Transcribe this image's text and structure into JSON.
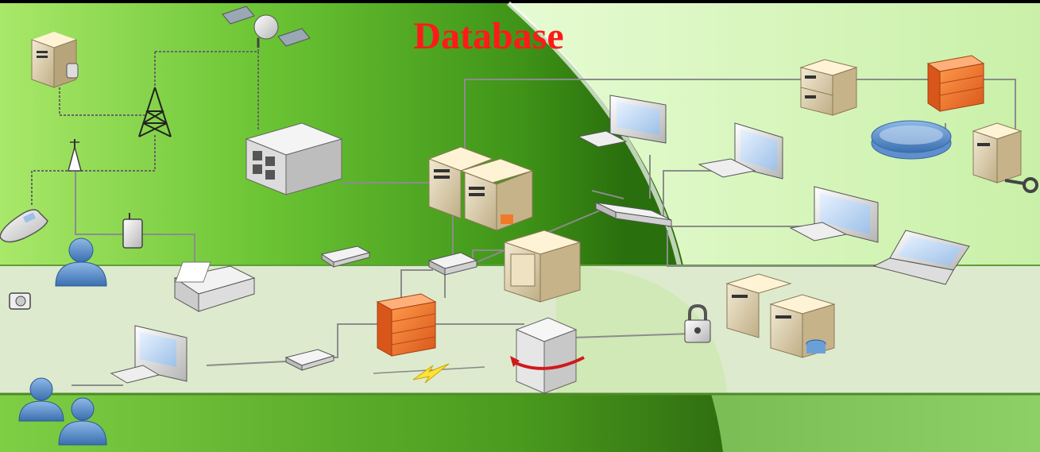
{
  "title": "Database",
  "colors": {
    "title": "#ff1a1a",
    "bg_dark_green": "#2f7a12",
    "bg_light_green": "#d6f5b8",
    "band_light": "#eef9df",
    "bottom_green": "#5aa630",
    "link_line": "#8c8c8c",
    "firewall_orange": "#f07a2a",
    "server_beige": "#d8c9a8",
    "user_blue": "#4f86c6"
  },
  "nodes": [
    {
      "id": "server-topleft",
      "icon": "server-icon"
    },
    {
      "id": "satellite",
      "icon": "satellite-icon"
    },
    {
      "id": "radio-tower",
      "icon": "tower-icon"
    },
    {
      "id": "antenna",
      "icon": "antenna-icon"
    },
    {
      "id": "mobile-phone",
      "icon": "phone-icon"
    },
    {
      "id": "user-left",
      "icon": "user-icon"
    },
    {
      "id": "camera",
      "icon": "camera-icon"
    },
    {
      "id": "wireless-device",
      "icon": "wireless-icon"
    },
    {
      "id": "fax",
      "icon": "fax-icon"
    },
    {
      "id": "mainframe",
      "icon": "mainframe-icon"
    },
    {
      "id": "database-servers",
      "icon": "server-pair-icon"
    },
    {
      "id": "hub-small",
      "icon": "hub-icon"
    },
    {
      "id": "switch-center",
      "icon": "switch-icon"
    },
    {
      "id": "tower-pc",
      "icon": "tower-pc-icon"
    },
    {
      "id": "firewall-center",
      "icon": "firewall-icon"
    },
    {
      "id": "modem",
      "icon": "modem-icon"
    },
    {
      "id": "desktop-bottom",
      "icon": "monitor-icon"
    },
    {
      "id": "users-group",
      "icon": "users-icon"
    },
    {
      "id": "lightning",
      "icon": "lightning-icon"
    },
    {
      "id": "backup-server",
      "icon": "backup-icon"
    },
    {
      "id": "padlock",
      "icon": "lock-icon"
    },
    {
      "id": "db-servers-right",
      "icon": "db-server-icon"
    },
    {
      "id": "terminal-top",
      "icon": "monitor-icon"
    },
    {
      "id": "switch-right",
      "icon": "switch-icon"
    },
    {
      "id": "monitor-right1",
      "icon": "monitor-icon"
    },
    {
      "id": "monitor-right2",
      "icon": "monitor-icon"
    },
    {
      "id": "laptop",
      "icon": "laptop-icon"
    },
    {
      "id": "server-rack",
      "icon": "rack-icon"
    },
    {
      "id": "firewall-right",
      "icon": "firewall-icon"
    },
    {
      "id": "ring-network",
      "icon": "ring-icon"
    },
    {
      "id": "key-server",
      "icon": "key-server-icon"
    }
  ]
}
